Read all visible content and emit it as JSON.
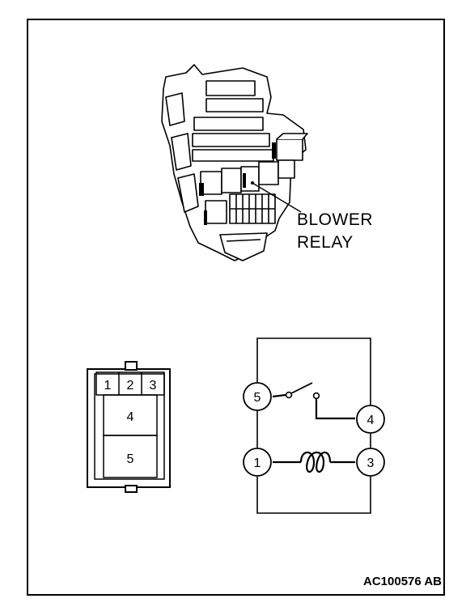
{
  "callout": {
    "line1": "BLOWER",
    "line2": "RELAY"
  },
  "figure_id": "AC100576 AB",
  "connector": {
    "top_pins": [
      "1",
      "2",
      "3"
    ],
    "lower_pins": [
      "4",
      "5"
    ]
  },
  "schematic": {
    "pins": {
      "p5": "5",
      "p4": "4",
      "p1": "1",
      "p3": "3"
    }
  }
}
